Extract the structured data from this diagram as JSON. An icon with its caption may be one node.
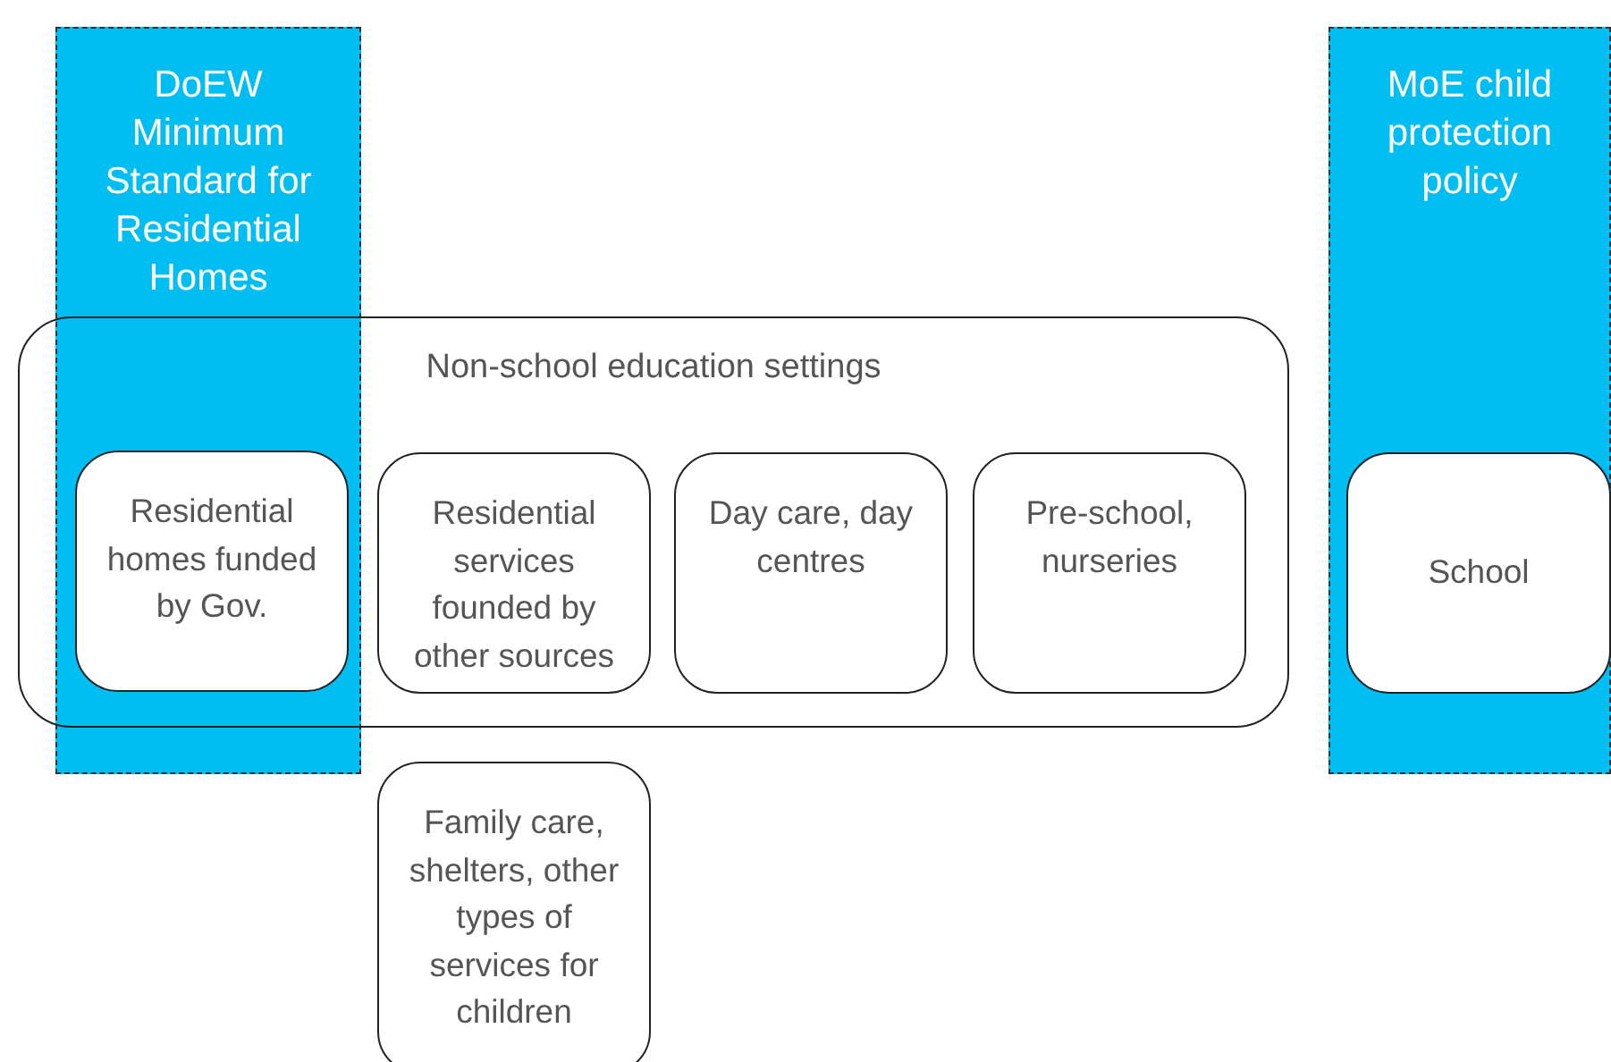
{
  "diagram": {
    "nodes": [
      {
        "text": [
          "DoEW Minimum Standard for Residential Homes"
        ]
      },
      {
        "text": [
          "MoE child protection policy"
        ]
      },
      {
        "text": [
          "Non-school education settings"
        ]
      },
      {
        "text": [
          "Residential homes funded by Gov."
        ]
      },
      {
        "text": [
          "Residential services founded by other sources"
        ],
        "in": 2
      },
      {
        "text": [
          "Day care, day centres"
        ],
        "in": 2
      },
      {
        "text": [
          "Pre-school, nurseries"
        ],
        "in": 2
      },
      {
        "text": [
          "School"
        ],
        "in": 1
      },
      {
        "text": [
          "Family care, shelters, other types of services for children"
        ]
      }
    ]
  }
}
